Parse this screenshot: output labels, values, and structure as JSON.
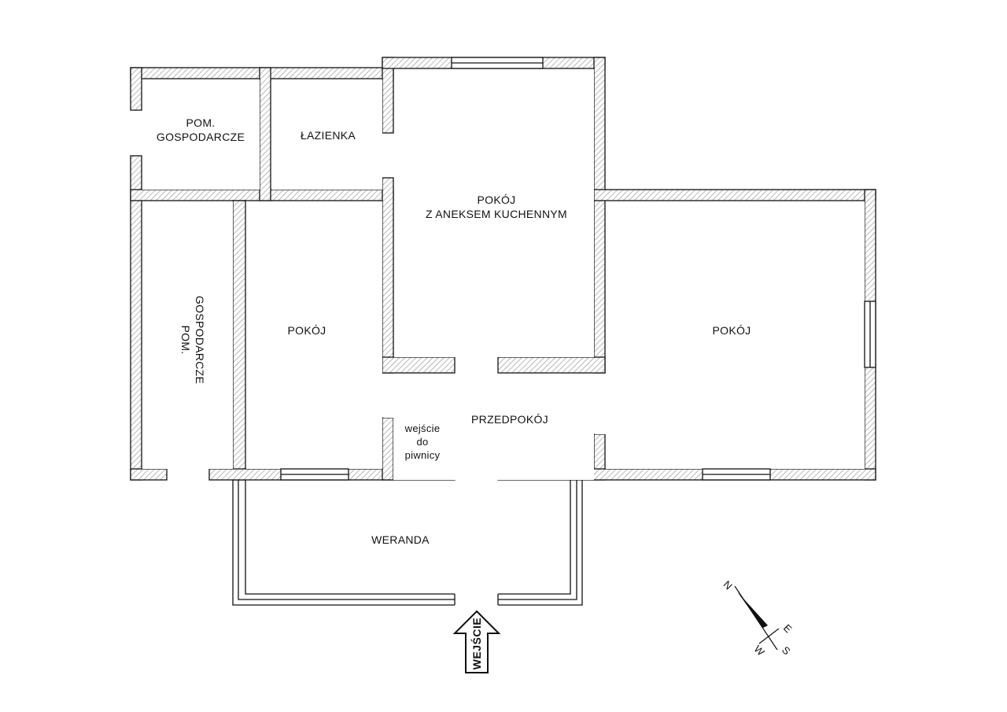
{
  "rooms": {
    "pom_gosp_top": [
      "POM.",
      "GOSPODARCZE"
    ],
    "lazienka": "ŁAZIENKA",
    "pokoj_kuchnia": [
      "POKÓJ",
      "Z ANEKSEM KUCHENNYM"
    ],
    "pom_gosp_left": [
      "POM.",
      "GOSPODARCZE"
    ],
    "pokoj_middle": "POKÓJ",
    "pokoj_right": "POKÓJ",
    "przedpokoj": "PRZEDPOKÓJ",
    "piwnica": [
      "wejście",
      "do",
      "piwnicy"
    ],
    "weranda": "WERANDA"
  },
  "entrance": {
    "label": "WEJŚCIE"
  },
  "compass": {
    "n": "N",
    "e": "E",
    "s": "S",
    "w": "W"
  },
  "colors": {
    "wall_fill": "#ffffff",
    "hatch": "#9a9a9a",
    "line": "#111111"
  }
}
